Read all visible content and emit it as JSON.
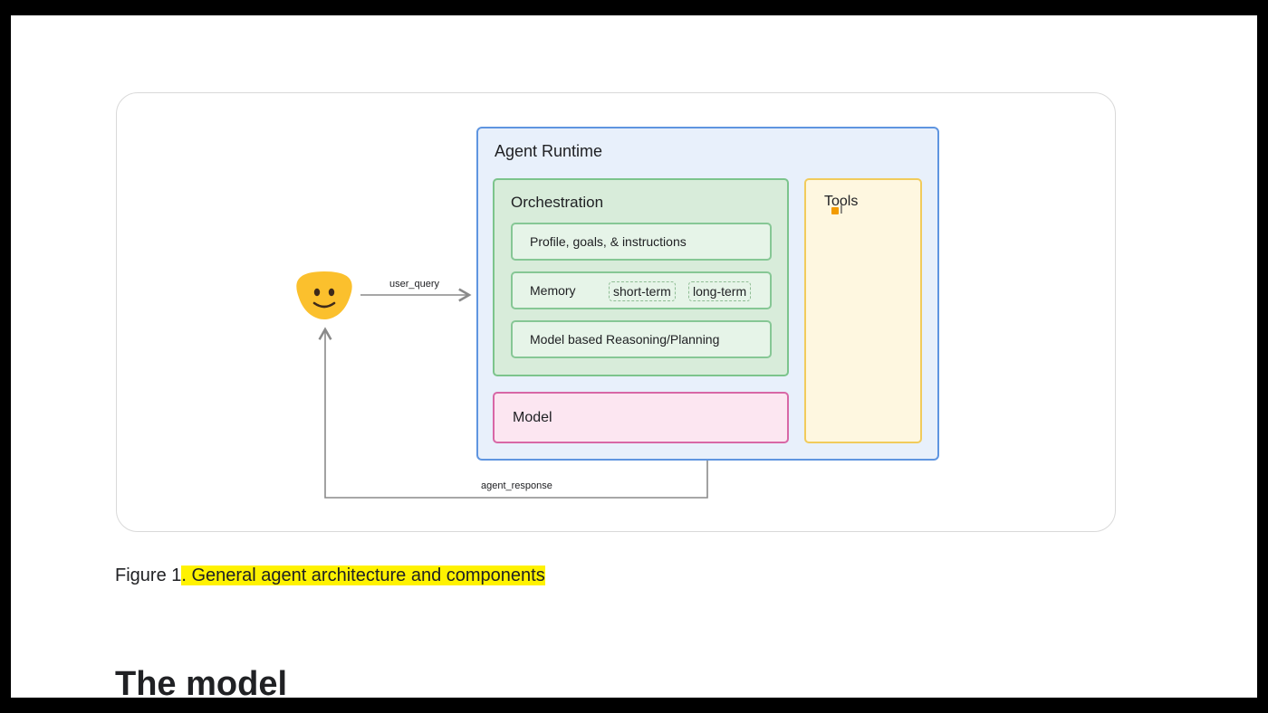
{
  "diagram": {
    "runtime_title": "Agent Runtime",
    "orchestration": {
      "title": "Orchestration",
      "items": [
        "Profile, goals, & instructions",
        "Memory",
        "Model based Reasoning/Planning"
      ],
      "memory_chips": [
        "short-term",
        "long-term"
      ]
    },
    "model_label": "Model",
    "tools_label": "Tools",
    "edges": {
      "query": "user_query",
      "response": "agent_response"
    },
    "user_icon": "smiley-face-icon",
    "colors": {
      "runtime_border": "#5f95e0",
      "orchestration_border": "#7cc48c",
      "model_border": "#d867a6",
      "tools_border": "#f1cb5b",
      "highlight": "#fff200"
    }
  },
  "caption": {
    "prefix": "Figure 1",
    "highlighted": ". General agent architecture and components"
  },
  "section_heading": "The model"
}
